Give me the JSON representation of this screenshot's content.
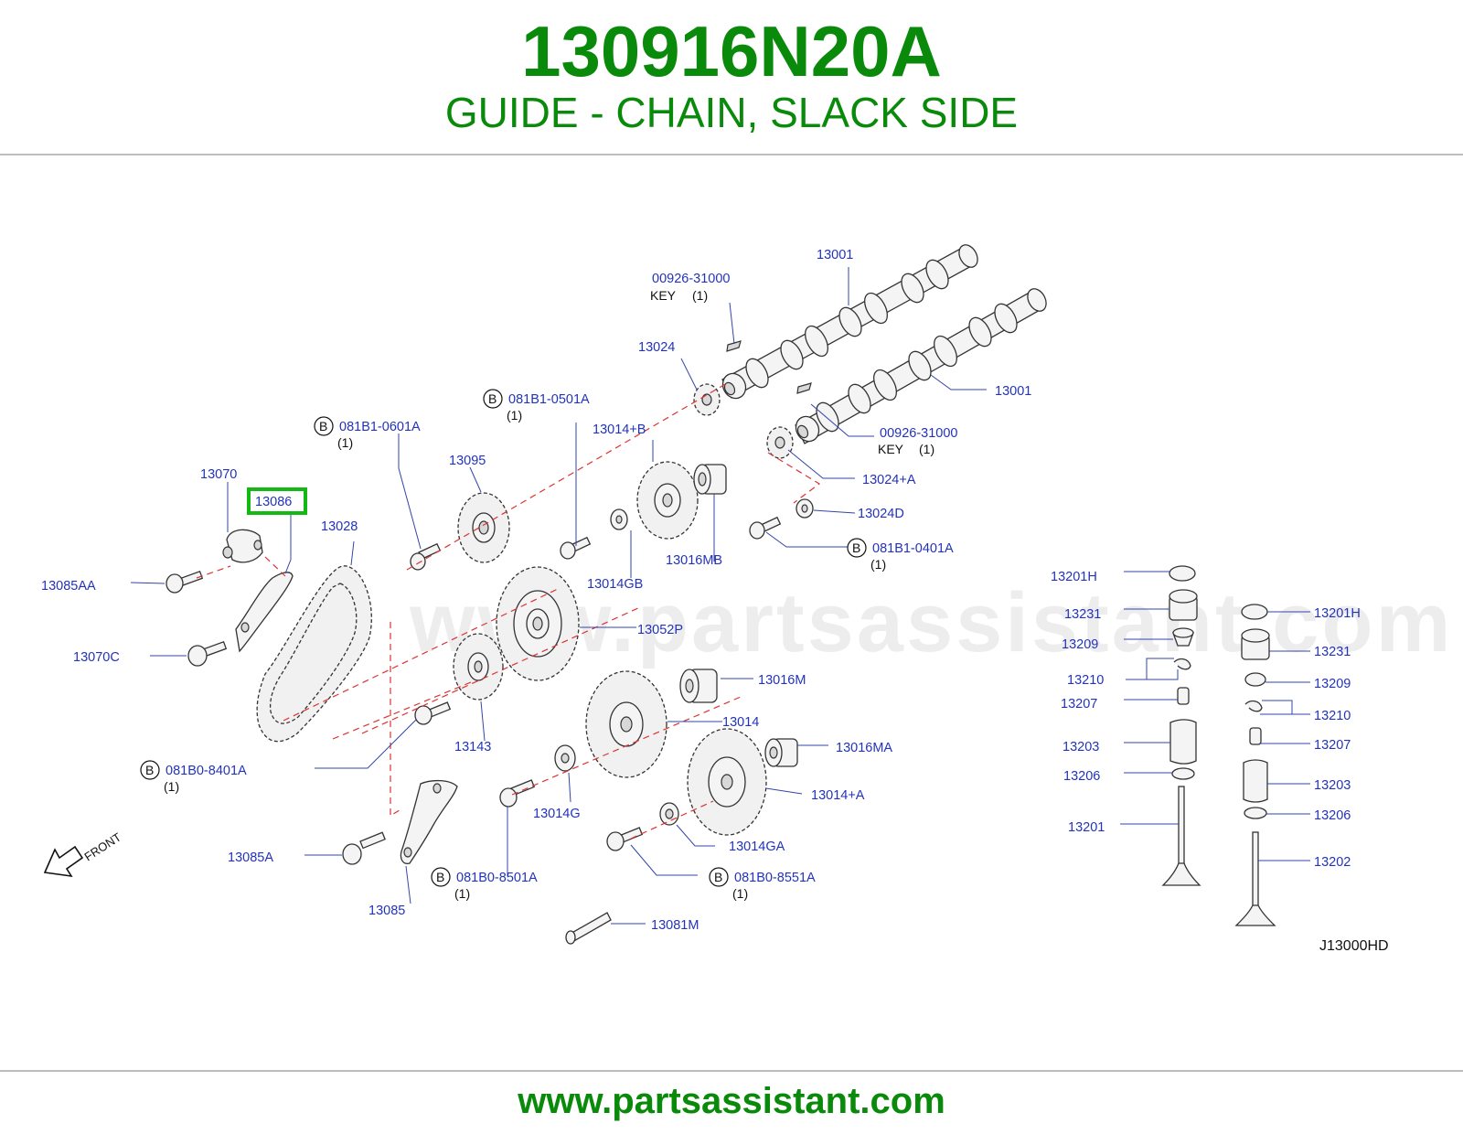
{
  "header": {
    "part_number": "130916N20A",
    "part_name": "GUIDE - CHAIN, SLACK SIDE"
  },
  "footer": {
    "url": "www.partsassistant.com"
  },
  "watermark": "www.partsassistant.com",
  "diagram": {
    "code": "J13000HD",
    "front_label": "FRONT",
    "highlighted_part": "13086",
    "colors": {
      "title_green": "#0a8a0a",
      "label_blue": "#2233bb",
      "highlight_green": "#14b814",
      "dash_red": "#dd3333"
    },
    "labels": {
      "c13001a": "13001",
      "c13001b": "13001",
      "c00926a": "00926-31000",
      "c00926b": "00926-31000",
      "key_a": "KEY",
      "key_a_qty": "(1)",
      "key_b": "KEY",
      "key_b_qty": "(1)",
      "c13024": "13024",
      "c13024pa": "13024+A",
      "c13024d": "13024D",
      "b0501": "081B1-0501A",
      "b0501_qty": "(1)",
      "b0601": "081B1-0601A",
      "b0601_qty": "(1)",
      "b0401": "081B1-0401A",
      "b0401_qty": "(1)",
      "b8401": "081B0-8401A",
      "b8401_qty": "(1)",
      "b8501": "081B0-8501A",
      "b8501_qty": "(1)",
      "b8551": "081B0-8551A",
      "b8551_qty": "(1)",
      "c13014pb": "13014+B",
      "c13095": "13095",
      "c13070": "13070",
      "c13086": "13086",
      "c13028": "13028",
      "c13085aa": "13085AA",
      "c13070c": "13070C",
      "c13016mb": "13016MB",
      "c13014gb": "13014GB",
      "c13052p": "13052P",
      "c13016m": "13016M",
      "c13014": "13014",
      "c13143": "13143",
      "c13016ma": "13016MA",
      "c13014g": "13014G",
      "c13014pa": "13014+A",
      "c13014ga": "13014GA",
      "c13085a": "13085A",
      "c13085": "13085",
      "c13081m": "13081M",
      "l13201h": "13201H",
      "l13231": "13231",
      "l13209": "13209",
      "l13210": "13210",
      "l13207": "13207",
      "l13203": "13203",
      "l13206": "13206",
      "l13201": "13201",
      "r13201h": "13201H",
      "r13231": "13231",
      "r13209": "13209",
      "r13210": "13210",
      "r13207": "13207",
      "r13203": "13203",
      "r13206": "13206",
      "r13202": "13202",
      "bolt_mark": "B"
    }
  }
}
